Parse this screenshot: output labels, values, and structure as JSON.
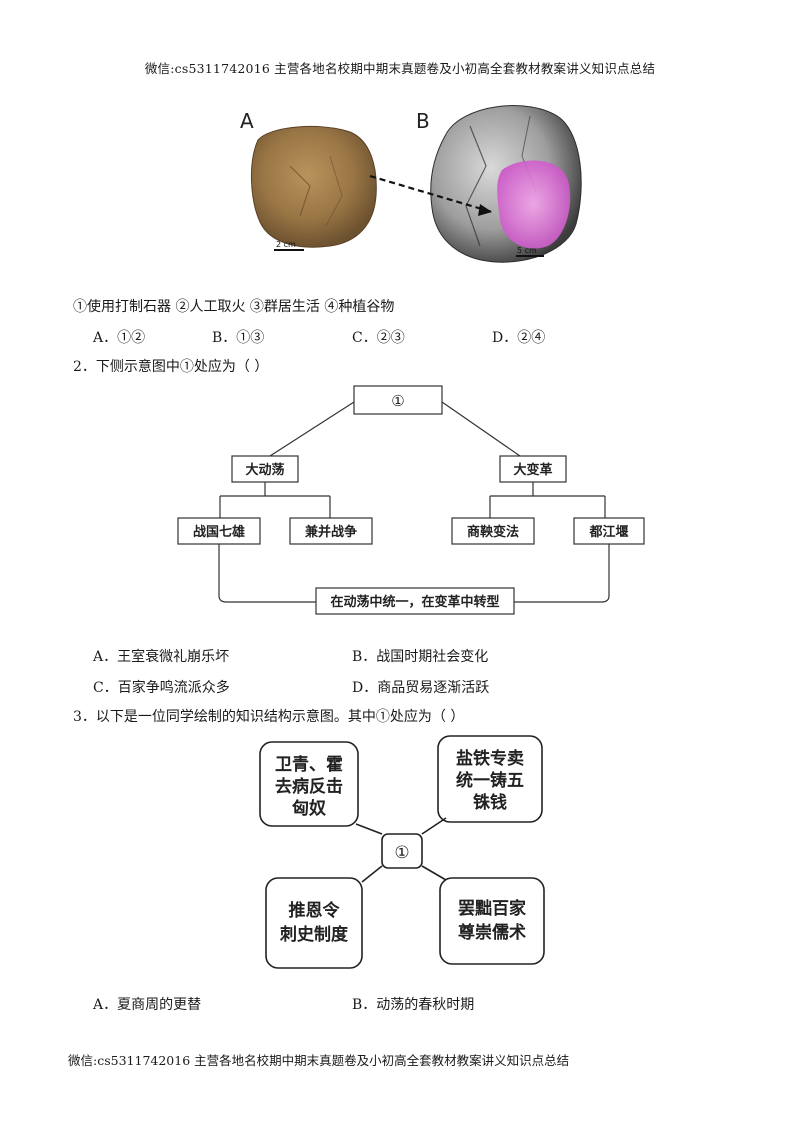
{
  "header": {
    "text": "微信:cs5311742016 主营各地名校期中期末真题卷及小初高全套教材教案讲义知识点总结"
  },
  "footer": {
    "text": "微信:cs5311742016 主营各地名校期中期末真题卷及小初高全套教材教案讲义知识点总结"
  },
  "q1": {
    "figure": {
      "label_a": "A",
      "label_b": "B",
      "scale_a": "2 cm",
      "scale_b": "5 cm"
    },
    "items": "①使用打制石器    ②人工取火    ③群居生活    ④种植谷物",
    "options": {
      "a": "A．①②",
      "b": "B．①③",
      "c": "C．②③",
      "d": "D．②④"
    }
  },
  "q2": {
    "stem": "2．下侧示意图中①处应为（    ）",
    "diagram": {
      "top": "①",
      "left": "大动荡",
      "right": "大变革",
      "ll": "战国七雄",
      "lr": "兼并战争",
      "rl": "商鞅变法",
      "rr": "都江堰",
      "bottom": "在动荡中统一，在变革中转型"
    },
    "options": {
      "a": "A．王室衰微礼崩乐坏",
      "b": "B．战国时期社会变化",
      "c": "C．百家争鸣流派众多",
      "d": "D．商品贸易逐渐活跃"
    }
  },
  "q3": {
    "stem": "3．以下是一位同学绘制的知识结构示意图。其中①处应为（    ）",
    "diagram": {
      "center": "①",
      "tl": [
        "卫青、霍",
        "去病反击",
        "匈奴"
      ],
      "tr": [
        "盐铁专卖",
        "统一铸五",
        "铢钱"
      ],
      "bl": [
        "推恩令",
        "刺史制度"
      ],
      "br": [
        "罢黜百家",
        "尊崇儒术"
      ]
    },
    "options": {
      "a": "A．夏商周的更替",
      "b": "B．动荡的春秋时期"
    }
  }
}
